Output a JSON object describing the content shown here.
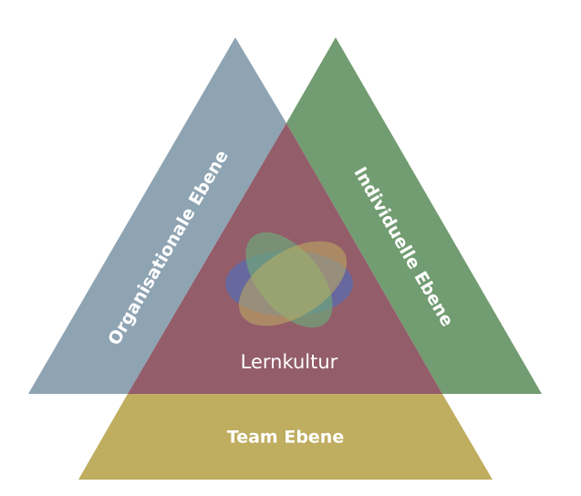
{
  "labels": {
    "organisational": "Organisationale Ebene",
    "individual": "Individuelle Ebene",
    "team": "Team Ebene",
    "center": "Lernkultur"
  },
  "colors": {
    "organisational": "#8fa4b3",
    "individual": "#729c71",
    "team": "#bfad60",
    "center": "#935d6a",
    "ellipse_blue": "#4a6fbf",
    "ellipse_yellow": "#bfad60",
    "ellipse_green": "#6fa67a"
  }
}
